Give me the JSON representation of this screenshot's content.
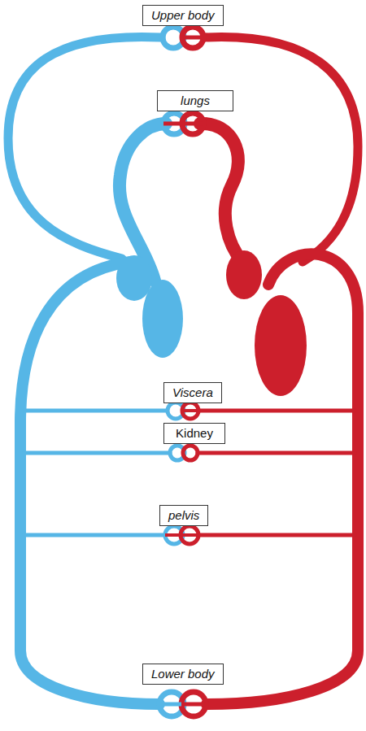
{
  "diagram": {
    "nodes": [
      {
        "text": [
          "Upper body"
        ]
      },
      {
        "text": [
          "lungs"
        ]
      },
      {
        "text": [
          "Viscera"
        ]
      },
      {
        "text": [
          "Kidney"
        ]
      },
      {
        "text": [
          "pelvis"
        ]
      },
      {
        "text": [
          "Lower body"
        ]
      }
    ]
  }
}
